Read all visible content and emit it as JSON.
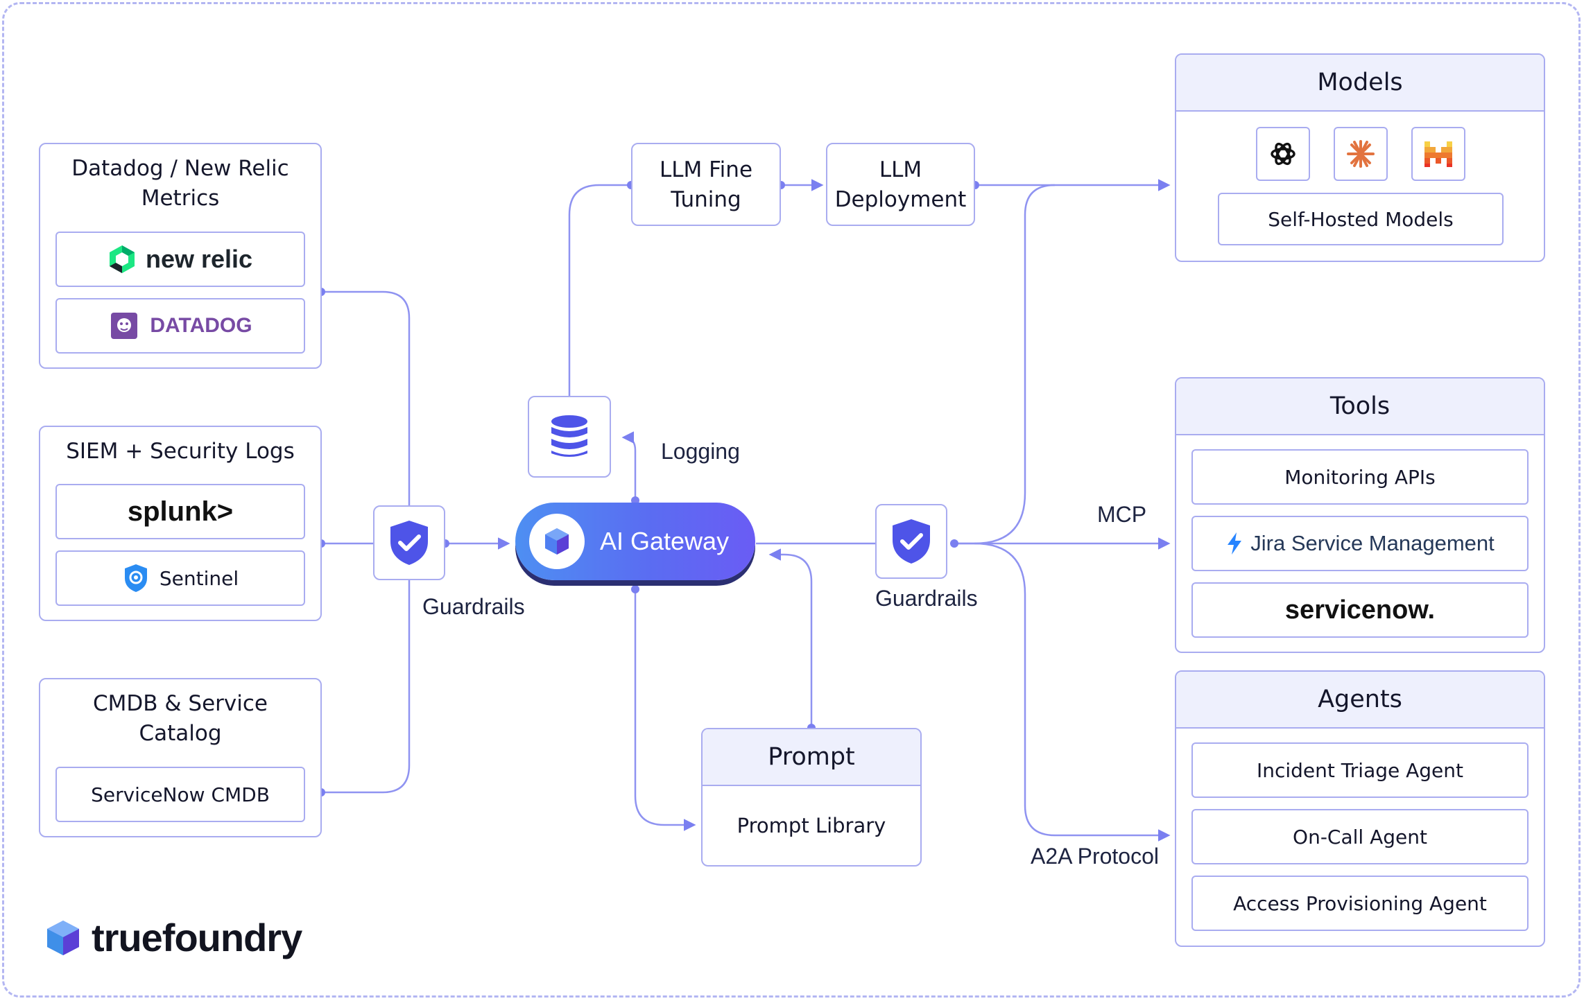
{
  "colors": {
    "accent": "#7a7ff0",
    "border": "#a9acf0",
    "header_bg": "#eef0fd",
    "gateway_start": "#4e8ff2",
    "gateway_end": "#6a5cf4",
    "shield": "#4e54e8"
  },
  "sources": {
    "observability": {
      "title": "Datadog / New Relic Metrics",
      "items": [
        "new relic",
        "DATADOG"
      ]
    },
    "security": {
      "title": "SIEM + Security Logs",
      "items": [
        "splunk>",
        "Sentinel"
      ]
    },
    "cmdb": {
      "title": "CMDB & Service Catalog",
      "items": [
        "ServiceNow CMDB"
      ]
    }
  },
  "center": {
    "gateway_label": "AI Gateway",
    "guardrails_left": "Guardrails",
    "guardrails_right": "Guardrails",
    "logging_label": "Logging",
    "fine_tuning": "LLM Fine Tuning",
    "deployment": "LLM Deployment",
    "prompt": {
      "header": "Prompt",
      "item": "Prompt Library"
    }
  },
  "protocols": {
    "mcp": "MCP",
    "a2a": "A2A Protocol"
  },
  "models": {
    "header": "Models",
    "icons": [
      "openai-icon",
      "anthropic-icon",
      "mistral-icon"
    ],
    "self_hosted": "Self-Hosted Models"
  },
  "tools": {
    "header": "Tools",
    "items": [
      "Monitoring APIs",
      "Jira Service Management",
      "servicenow."
    ]
  },
  "agents": {
    "header": "Agents",
    "items": [
      "Incident Triage Agent",
      "On-Call Agent",
      "Access Provisioning Agent"
    ]
  },
  "brand": {
    "name": "truefoundry"
  }
}
